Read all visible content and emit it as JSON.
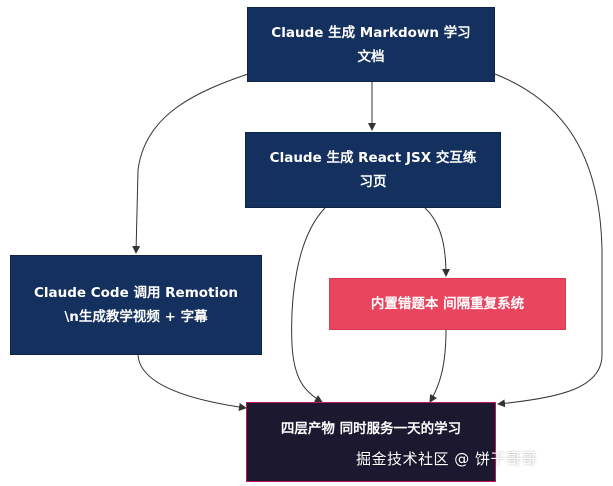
{
  "nodes": {
    "markdown": "Claude 生成 Markdown 学习文档",
    "react": "Claude 生成 React JSX 交互练习页",
    "remotion": "Claude Code 调用 Remotion\\n生成教学视频 + 字幕",
    "anki": "内置错题本 间隔重复系统",
    "output": "四层产物 同时服务一天的学习"
  },
  "watermark": "掘金技术社区 @ 饼干哥哥",
  "colors": {
    "navy": "#14305e",
    "pink": "#e9455f",
    "dark": "#1b1830",
    "dark_border": "#c2185b",
    "edge": "#333333"
  }
}
